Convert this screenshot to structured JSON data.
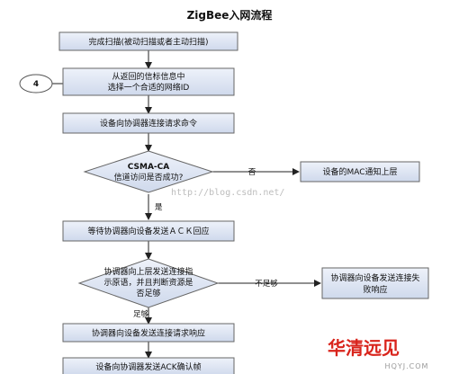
{
  "title": "ZigBee入网流程",
  "nodes": {
    "n1": {
      "lines": [
        "完成扫描(被动扫描或者主动扫描)"
      ]
    },
    "n2": {
      "lines": [
        "从返回的信标信息中",
        "选择一个合适的网络ID"
      ]
    },
    "n3": {
      "lines": [
        "设备向协调器连接请求命令"
      ]
    },
    "d1": {
      "lines": [
        "CSMA-CA",
        "信道访问是否成功?"
      ]
    },
    "n_mac": {
      "lines": [
        "设备的MAC通知上层"
      ]
    },
    "n4": {
      "lines": [
        "等待协调器向设备发送ＡＣＫ回应"
      ]
    },
    "d2": {
      "lines": [
        "协调器向上层发送连接指",
        "示原语，并且判断资源是",
        "否足够"
      ]
    },
    "n_fail": {
      "lines": [
        "协调器向设备发送连接失",
        "败响应"
      ]
    },
    "n5": {
      "lines": [
        "协调器向设备发送连接请求响应"
      ]
    },
    "n6": {
      "lines": [
        "设备向协调器发送ACK确认帧"
      ]
    },
    "connector": {
      "label": "4"
    }
  },
  "edges": {
    "d1_no": "否",
    "d1_yes": "是",
    "d2_no": "不足够",
    "d2_yes": "足够"
  },
  "watermark": "http://blog.csdn.net/",
  "logo": {
    "cn": "华清远见",
    "en": "HQYJ.COM"
  },
  "colors": {
    "box_fill": "#dfe6f3",
    "box_stroke": "#666666",
    "arrow": "#222222"
  }
}
